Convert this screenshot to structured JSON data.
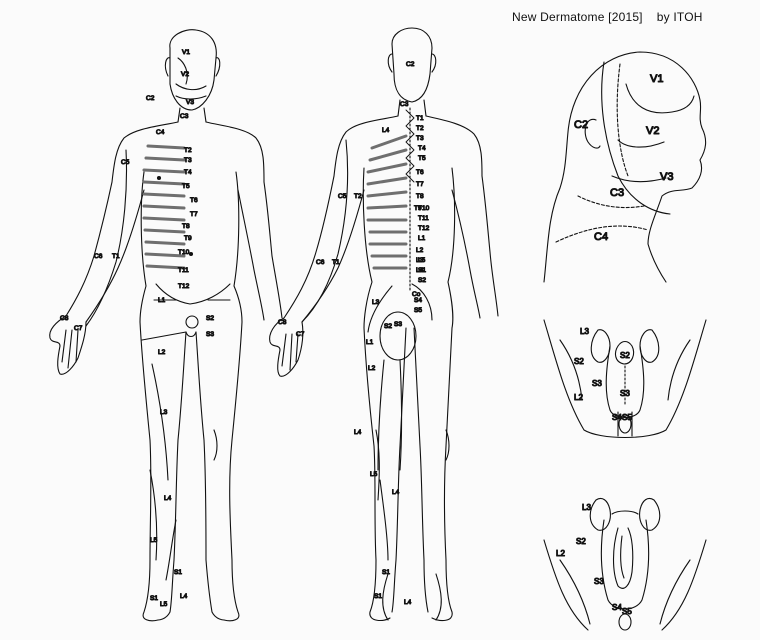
{
  "title": "New  Dermatome [2015]",
  "author": "by  ITOH",
  "colors": {
    "ink": "#111111",
    "paper": "#fbfbfb",
    "band": "#6f6f6f"
  },
  "front": {
    "labels": [
      "V1",
      "V2",
      "V3",
      "C2",
      "C3",
      "C4",
      "C5",
      "T2",
      "T3",
      "T4",
      "T5",
      "T6",
      "T7",
      "T8",
      "T9",
      "T10",
      "T11",
      "T12",
      "C6",
      "T1",
      "L1",
      "S2",
      "S3",
      "C8",
      "C7",
      "L2",
      "L3",
      "L4",
      "L5",
      "S1",
      "S1",
      "L4",
      "L5"
    ]
  },
  "back": {
    "labels": [
      "C2",
      "C3",
      "L4",
      "T1",
      "T2",
      "T3",
      "T4",
      "T5",
      "T6",
      "T7",
      "T8",
      "T9",
      "T10",
      "T11",
      "T12",
      "L1",
      "L2",
      "L3",
      "L4",
      "L5",
      "S1",
      "S2",
      "C5",
      "T2",
      "C6",
      "T1",
      "C8",
      "C7",
      "L3",
      "S2",
      "S3",
      "S4",
      "S5",
      "Co",
      "L1",
      "L2",
      "L4",
      "L5",
      "L4",
      "S1",
      "S1",
      "L4"
    ]
  },
  "head": {
    "labels": [
      "V1",
      "V2",
      "V3",
      "C2",
      "C3",
      "C4"
    ]
  },
  "perineum_male": {
    "labels": [
      "L3",
      "S2",
      "S2",
      "S3",
      "S3",
      "L2",
      "S4",
      "S5"
    ]
  },
  "perineum_female": {
    "labels": [
      "L3",
      "S2",
      "L2",
      "S3",
      "S4",
      "S5"
    ]
  }
}
